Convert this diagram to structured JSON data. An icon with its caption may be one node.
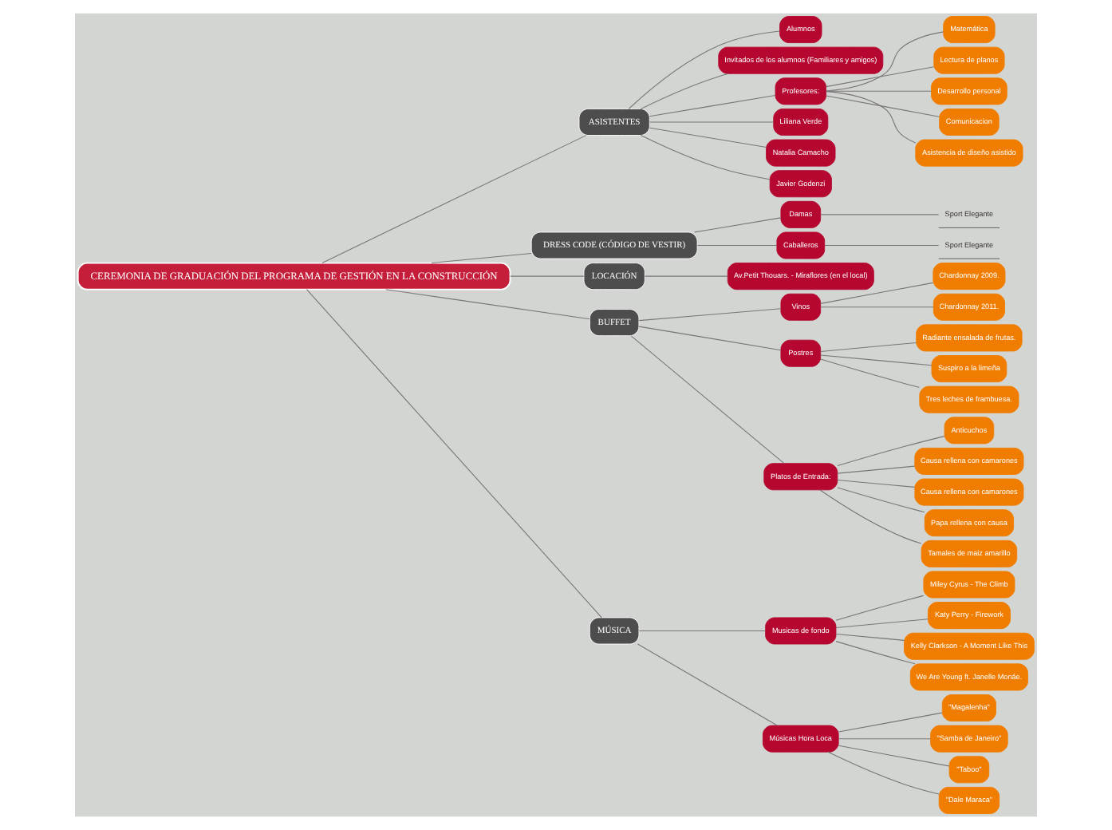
{
  "diagram": {
    "nodes": [
      {
        "text": [
          "CEREMONIA DE GRADUACIÓN DEL PROGRAMA DE GESTIÓN EN LA CONSTRUCCIÓN"
        ]
      },
      {
        "text": [
          "ASISTENTES"
        ]
      },
      {
        "text": [
          "Alumnos"
        ]
      },
      {
        "text": [
          "Invitados de los alumnos (Familiares y amigos)"
        ]
      },
      {
        "text": [
          "Profesores:"
        ]
      },
      {
        "text": [
          "Matemática"
        ]
      },
      {
        "text": [
          "Lectura de planos"
        ]
      },
      {
        "text": [
          "Desarrollo personal"
        ]
      },
      {
        "text": [
          "Comunicacion"
        ]
      },
      {
        "text": [
          "Asistencia de diseño asistido"
        ]
      },
      {
        "text": [
          "Liliana Verde"
        ]
      },
      {
        "text": [
          "Natalia Camacho"
        ]
      },
      {
        "text": [
          "Javier Godenzi"
        ]
      },
      {
        "text": [
          "DRESS CODE (CÓDIGO DE VESTIR)"
        ]
      },
      {
        "text": [
          "Damas"
        ]
      },
      {
        "text": [
          "Sport Elegante"
        ]
      },
      {
        "text": [
          "Caballeros"
        ]
      },
      {
        "text": [
          "Sport Elegante"
        ]
      },
      {
        "text": [
          "LOCACIÓN"
        ]
      },
      {
        "text": [
          "Av.Petit Thouars. - Miraflores (en el local)"
        ]
      },
      {
        "text": [
          "BUFFET"
        ]
      },
      {
        "text": [
          "Vinos"
        ]
      },
      {
        "text": [
          "Chardonnay 2009."
        ]
      },
      {
        "text": [
          "Chardonnay 2011."
        ]
      },
      {
        "text": [
          "Postres"
        ]
      },
      {
        "text": [
          "Radiante ensalada de frutas."
        ]
      },
      {
        "text": [
          "Suspiro a la limeña"
        ]
      },
      {
        "text": [
          "Tres leches de frambuesa."
        ]
      },
      {
        "text": [
          "Platos de Entrada:"
        ]
      },
      {
        "text": [
          "Anticuchos"
        ]
      },
      {
        "text": [
          "Causa rellena con camarones"
        ]
      },
      {
        "text": [
          "Causa rellena con camarones"
        ]
      },
      {
        "text": [
          "Papa rellena con causa"
        ]
      },
      {
        "text": [
          "Tamales de maiz amarillo"
        ]
      },
      {
        "text": [
          "MÚSICA"
        ]
      },
      {
        "text": [
          "Musicas de fondo"
        ]
      },
      {
        "text": [
          "Miley Cyrus - The Climb"
        ]
      },
      {
        "text": [
          "Katy Perry - Firework"
        ]
      },
      {
        "text": [
          "Kelly Clarkson - A Moment Like This"
        ]
      },
      {
        "text": [
          "We Are Young ft. Janelle Monáe."
        ]
      },
      {
        "text": [
          "Músicas Hora Loca"
        ]
      },
      {
        "text": [
          "\"Magalenha\""
        ]
      },
      {
        "text": [
          "\"Samba de Janeiro\""
        ]
      },
      {
        "text": [
          "\"Taboo\""
        ]
      },
      {
        "text": [
          "\"Dale Maraca\""
        ]
      }
    ],
    "edges": [
      {
        "from": 0,
        "to": 1,
        "arrow": "none"
      },
      {
        "from": 1,
        "to": 2,
        "arrow": "none"
      },
      {
        "from": 1,
        "to": 3,
        "arrow": "none"
      },
      {
        "from": 1,
        "to": 4,
        "arrow": "none"
      },
      {
        "from": 4,
        "to": 5,
        "arrow": "none"
      },
      {
        "from": 4,
        "to": 6,
        "arrow": "none"
      },
      {
        "from": 4,
        "to": 7,
        "arrow": "none"
      },
      {
        "from": 4,
        "to": 8,
        "arrow": "none"
      },
      {
        "from": 4,
        "to": 9,
        "arrow": "none"
      },
      {
        "from": 1,
        "to": 10,
        "arrow": "none"
      },
      {
        "from": 1,
        "to": 11,
        "arrow": "none"
      },
      {
        "from": 1,
        "to": 12,
        "arrow": "none"
      },
      {
        "from": 0,
        "to": 13,
        "arrow": "none"
      },
      {
        "from": 13,
        "to": 14,
        "arrow": "none"
      },
      {
        "from": 14,
        "to": 15,
        "arrow": "none"
      },
      {
        "from": 13,
        "to": 16,
        "arrow": "none"
      },
      {
        "from": 16,
        "to": 17,
        "arrow": "none"
      },
      {
        "from": 0,
        "to": 18,
        "arrow": "none"
      },
      {
        "from": 18,
        "to": 19,
        "arrow": "none"
      },
      {
        "from": 0,
        "to": 20,
        "arrow": "none"
      },
      {
        "from": 20,
        "to": 21,
        "arrow": "none"
      },
      {
        "from": 21,
        "to": 22,
        "arrow": "none"
      },
      {
        "from": 21,
        "to": 23,
        "arrow": "none"
      },
      {
        "from": 20,
        "to": 24,
        "arrow": "none"
      },
      {
        "from": 24,
        "to": 25,
        "arrow": "none"
      },
      {
        "from": 24,
        "to": 26,
        "arrow": "none"
      },
      {
        "from": 24,
        "to": 27,
        "arrow": "none"
      },
      {
        "from": 20,
        "to": 28,
        "arrow": "none"
      },
      {
        "from": 28,
        "to": 29,
        "arrow": "none"
      },
      {
        "from": 28,
        "to": 30,
        "arrow": "none"
      },
      {
        "from": 28,
        "to": 31,
        "arrow": "none"
      },
      {
        "from": 28,
        "to": 32,
        "arrow": "none"
      },
      {
        "from": 28,
        "to": 33,
        "arrow": "none"
      },
      {
        "from": 0,
        "to": 34,
        "arrow": "none"
      },
      {
        "from": 34,
        "to": 35,
        "arrow": "none"
      },
      {
        "from": 35,
        "to": 36,
        "arrow": "none"
      },
      {
        "from": 35,
        "to": 37,
        "arrow": "none"
      },
      {
        "from": 35,
        "to": 38,
        "arrow": "none"
      },
      {
        "from": 35,
        "to": 39,
        "arrow": "none"
      },
      {
        "from": 34,
        "to": 40,
        "arrow": "none"
      },
      {
        "from": 40,
        "to": 41,
        "arrow": "none"
      },
      {
        "from": 40,
        "to": 42,
        "arrow": "none"
      },
      {
        "from": 40,
        "to": 43,
        "arrow": "none"
      },
      {
        "from": 40,
        "to": 44,
        "arrow": "none"
      }
    ]
  }
}
